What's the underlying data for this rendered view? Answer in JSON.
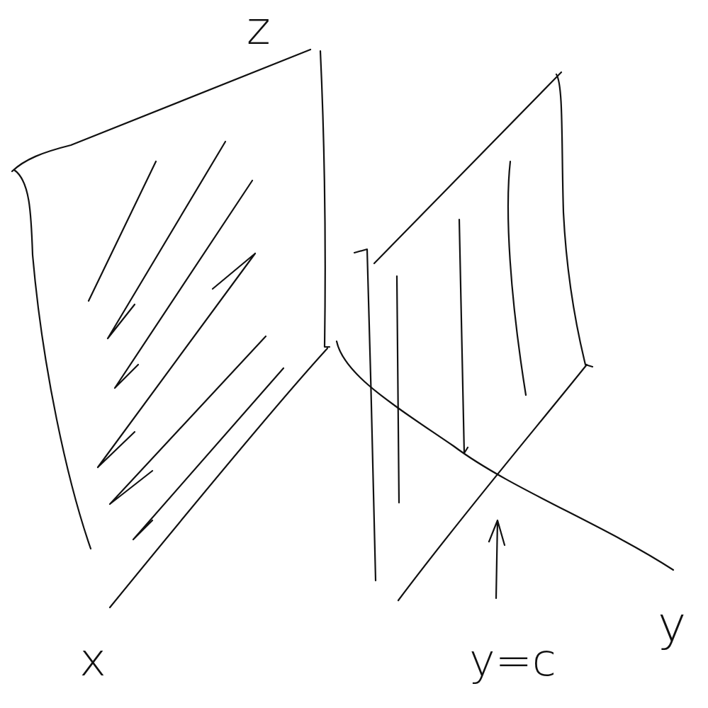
{
  "diagram": {
    "labels": [
      "z",
      "x",
      "y=c",
      "y"
    ]
  }
}
